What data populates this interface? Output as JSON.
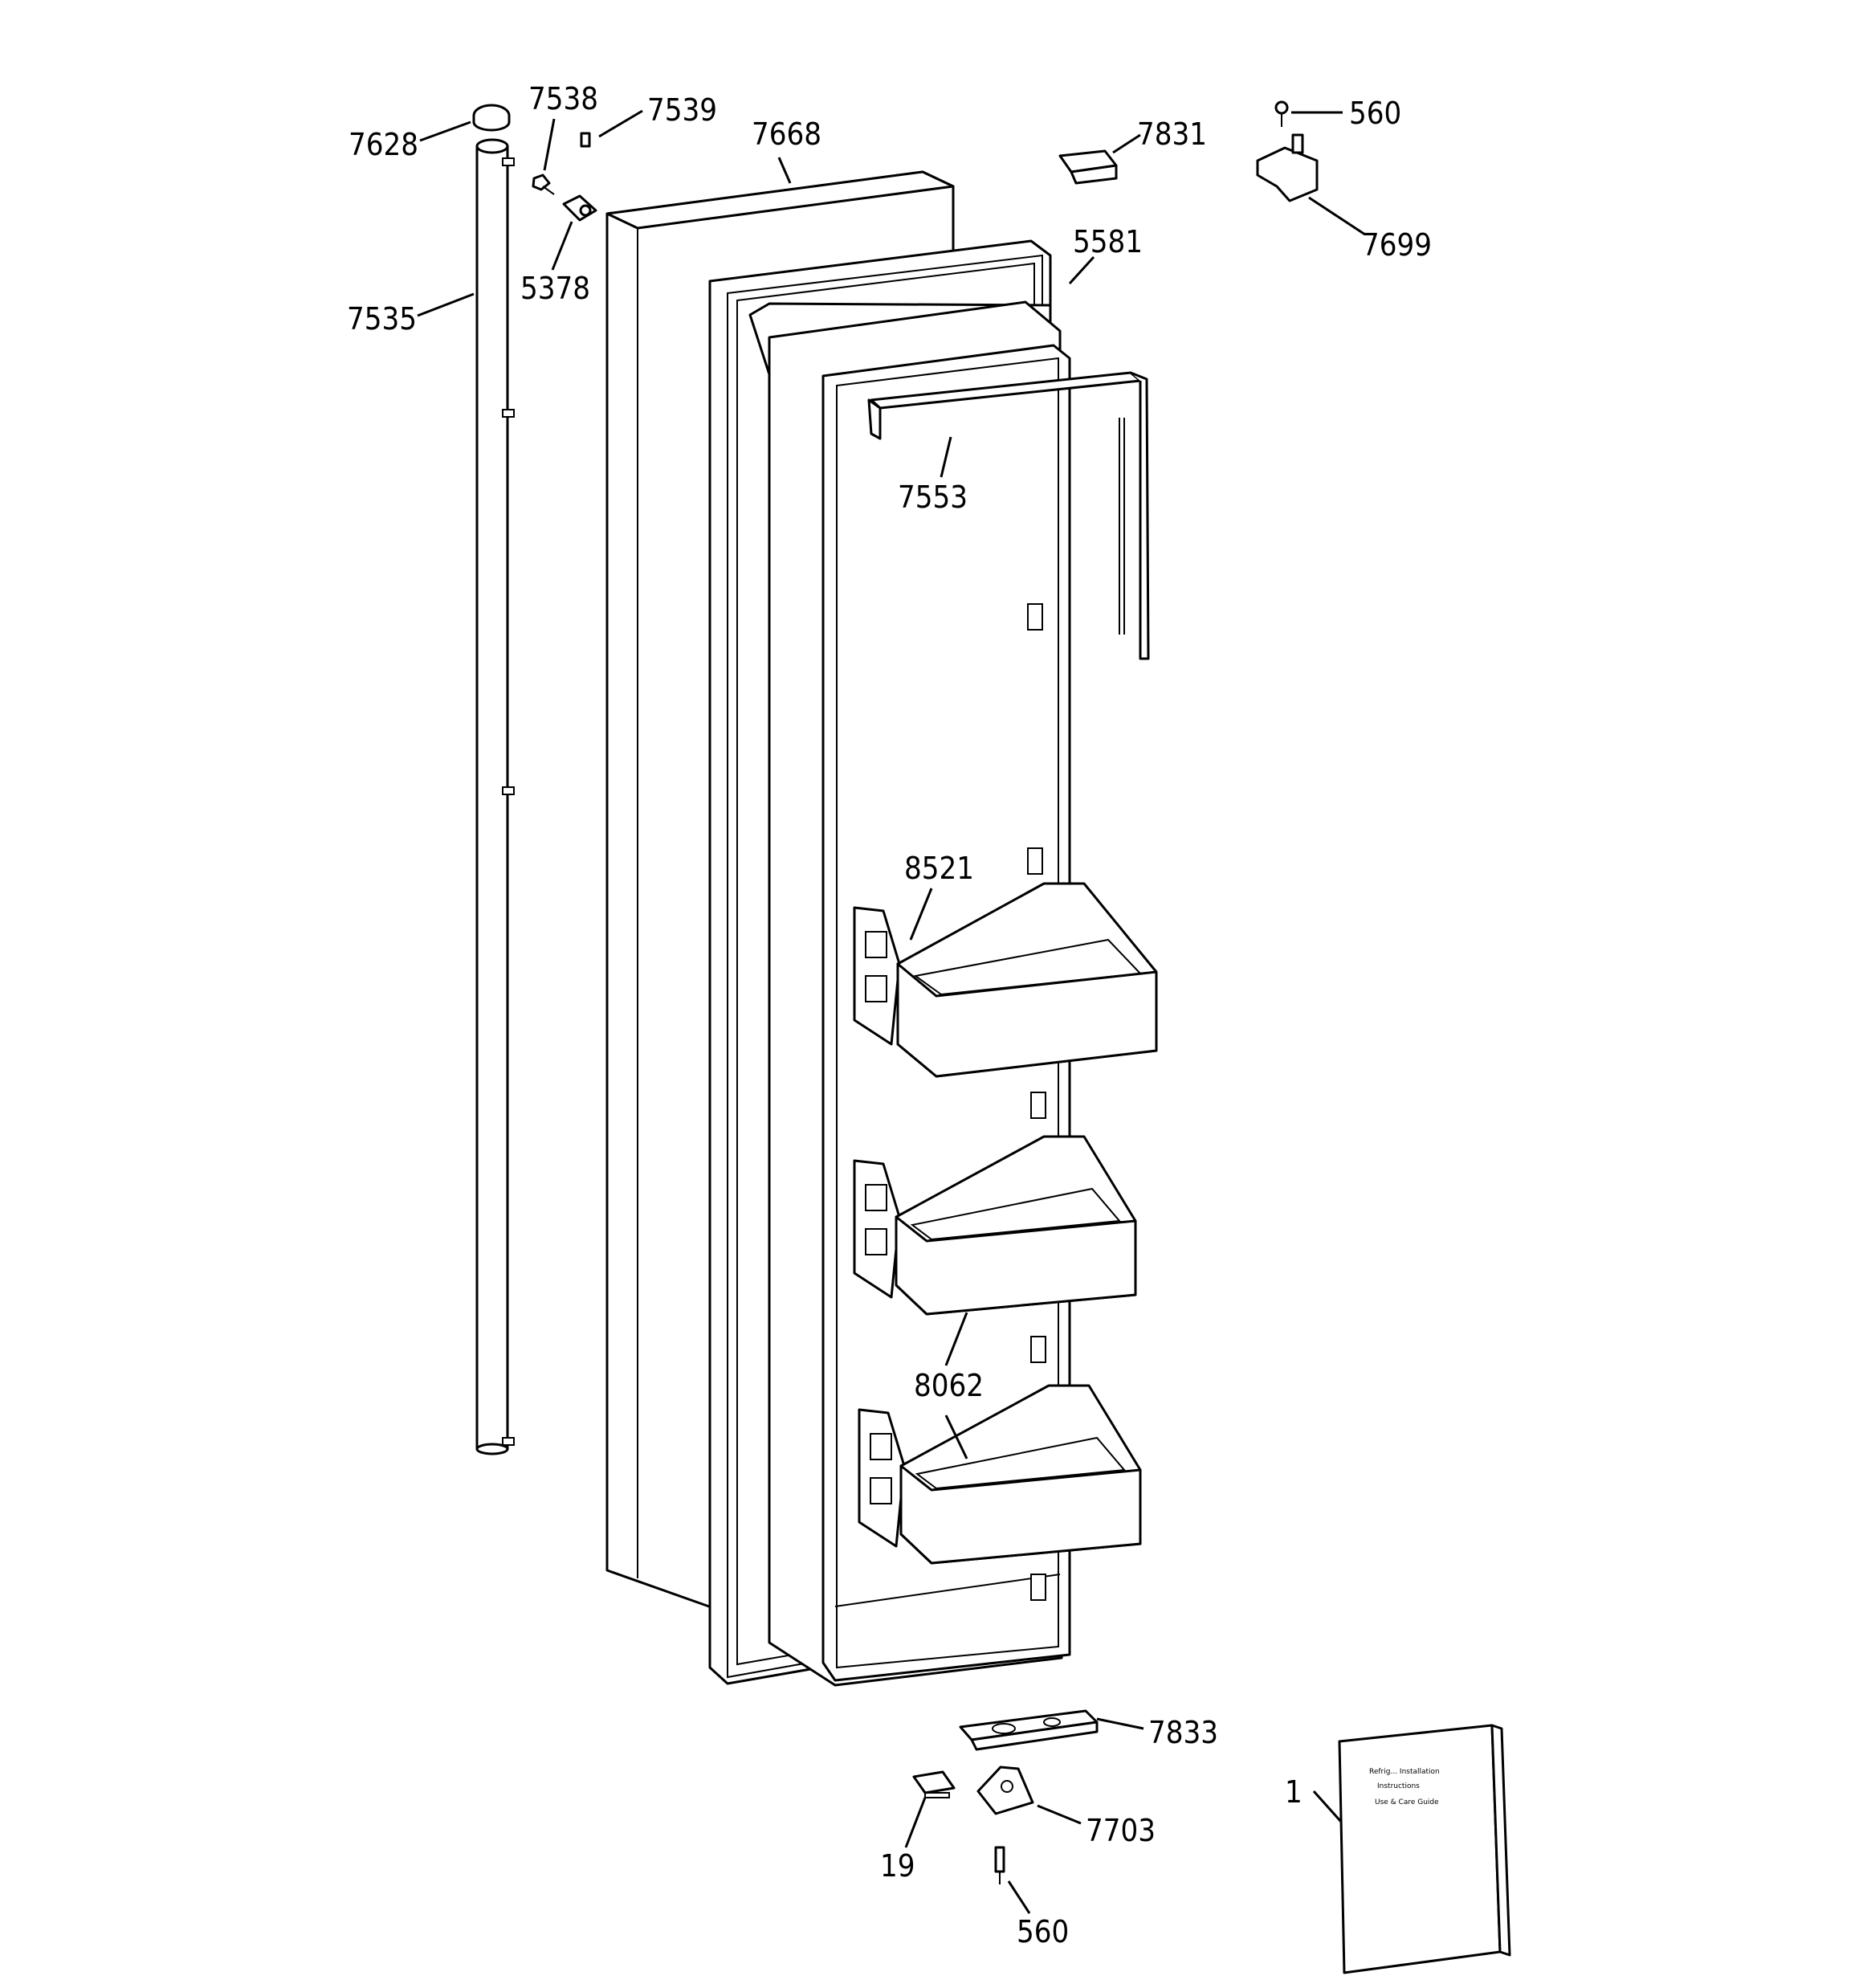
{
  "parts": [
    {
      "id": "p7628",
      "label": "7628",
      "name": "cap"
    },
    {
      "id": "p7538",
      "label": "7538",
      "name": "screw"
    },
    {
      "id": "p7539",
      "label": "7539",
      "name": "set-screw"
    },
    {
      "id": "p7668",
      "label": "7668",
      "name": "door-panel"
    },
    {
      "id": "p7831",
      "label": "7831",
      "name": "top-bracket"
    },
    {
      "id": "p560a",
      "label": "560",
      "name": "screw-top"
    },
    {
      "id": "p7535",
      "label": "7535",
      "name": "handle-tube"
    },
    {
      "id": "p5378",
      "label": "5378",
      "name": "handle-mount"
    },
    {
      "id": "p5581",
      "label": "5581",
      "name": "door-liner-frame"
    },
    {
      "id": "p7699",
      "label": "7699",
      "name": "top-hinge"
    },
    {
      "id": "p7553",
      "label": "7553",
      "name": "door-gasket"
    },
    {
      "id": "p8521",
      "label": "8521",
      "name": "upper-bin"
    },
    {
      "id": "p8062",
      "label": "8062",
      "name": "lower-bins"
    },
    {
      "id": "p7833",
      "label": "7833",
      "name": "bottom-bracket"
    },
    {
      "id": "p1",
      "label": "1",
      "name": "manual"
    },
    {
      "id": "p7703",
      "label": "7703",
      "name": "bottom-hinge"
    },
    {
      "id": "p19",
      "label": "19",
      "name": "shim"
    },
    {
      "id": "p560b",
      "label": "560",
      "name": "screw-bottom"
    }
  ],
  "manual_text": [
    "Refrig... Installation",
    "Instructions",
    "Use & Care Guide"
  ]
}
